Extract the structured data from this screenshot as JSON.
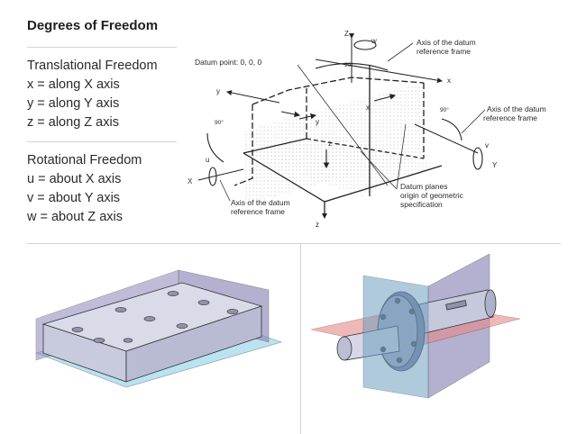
{
  "title": "Degrees of Freedom",
  "translational": {
    "heading": "Translational Freedom",
    "items": [
      "x = along X axis",
      "y = along Y axis",
      "z = along Z axis"
    ]
  },
  "rotational": {
    "heading": "Rotational Freedom",
    "items": [
      "u = about X axis",
      "v = about Y axis",
      "w = about Z axis"
    ]
  },
  "diagram": {
    "datum_point": "Datum point: 0, 0, 0",
    "axis_frame_top": [
      "Axis of the datum",
      "reference frame"
    ],
    "axis_frame_right": [
      "Axis of the datum",
      "reference frame"
    ],
    "axis_frame_bottom": [
      "Axis of the datum",
      "reference frame"
    ],
    "datum_planes": [
      "Datum planes",
      "origin of geometric",
      "specification"
    ],
    "axes": {
      "Z": "Z",
      "z": "z",
      "X": "X",
      "x": "x",
      "Y": "Y",
      "y": "y",
      "u": "u",
      "v": "v",
      "w": "w"
    },
    "angle": "90°"
  },
  "colors": {
    "plane_purple": "#8d86b8",
    "plane_blue": "#6f9fc0",
    "plane_red": "#e58a8a",
    "plane_cyan": "#9fd6ea",
    "block_face": "#d7d9e8"
  }
}
